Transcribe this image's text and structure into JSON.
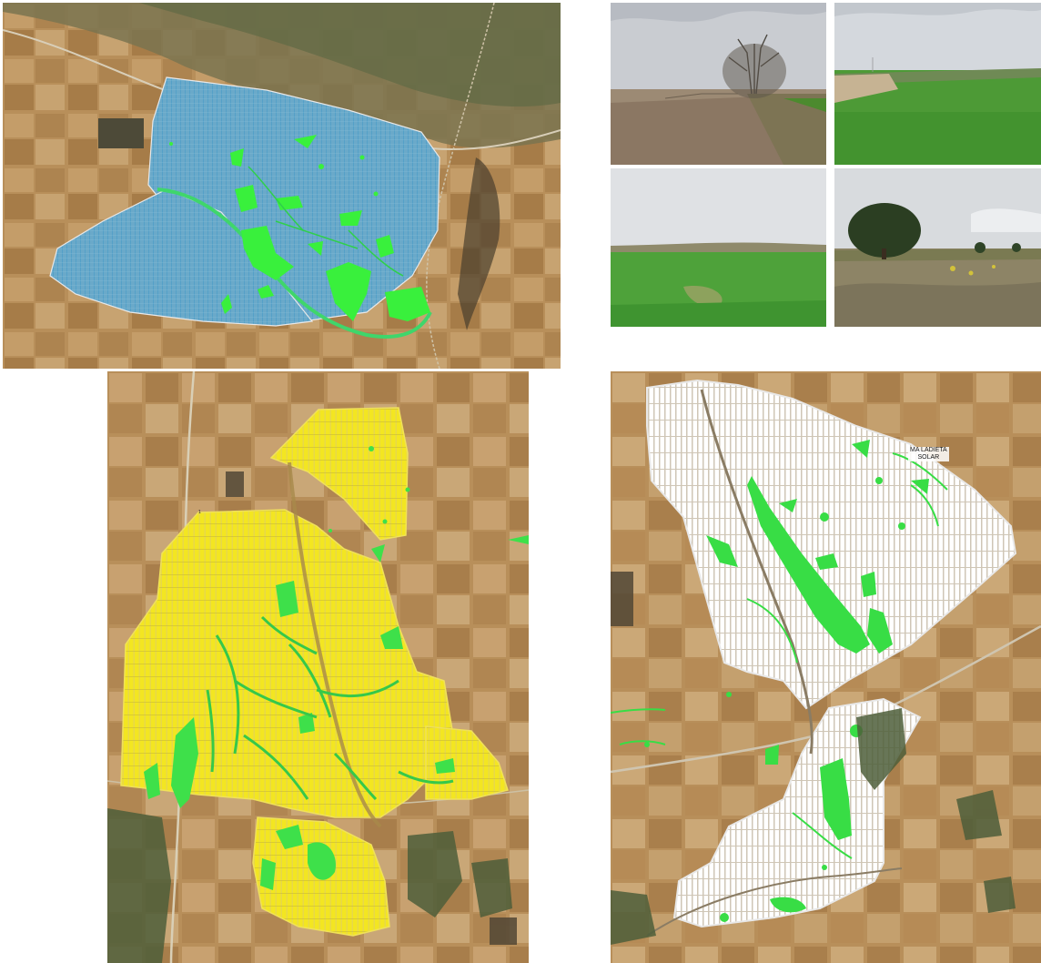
{
  "panels": {
    "top_left": {
      "kind": "aerial-map",
      "layout_color": "#5ab4d8",
      "vegetation_color": "#39f03c",
      "label": ""
    },
    "bottom_left": {
      "kind": "aerial-map",
      "layout_color": "#f2e61a",
      "vegetation_color": "#3ee04a"
    },
    "bottom_right": {
      "kind": "aerial-map",
      "layout_color": "#ffffff",
      "vegetation_color": "#38dd45",
      "label_line1": "MA LADIETA",
      "label_line2": "SOLAR"
    }
  },
  "photos": [
    {
      "scene": "dirt-track-with-bare-tree",
      "sky": "#c9ccd1"
    },
    {
      "scene": "green-wheat-field",
      "sky": "#d4d8dd"
    },
    {
      "scene": "green-field-horizon",
      "sky": "#dfe1e4"
    },
    {
      "scene": "holm-oak-scrubland",
      "sky": "#d8dbde"
    }
  ],
  "colors": {
    "farmland": "#b88f5a",
    "farmland_light": "#cba877",
    "forest": "#4e5e3a"
  }
}
